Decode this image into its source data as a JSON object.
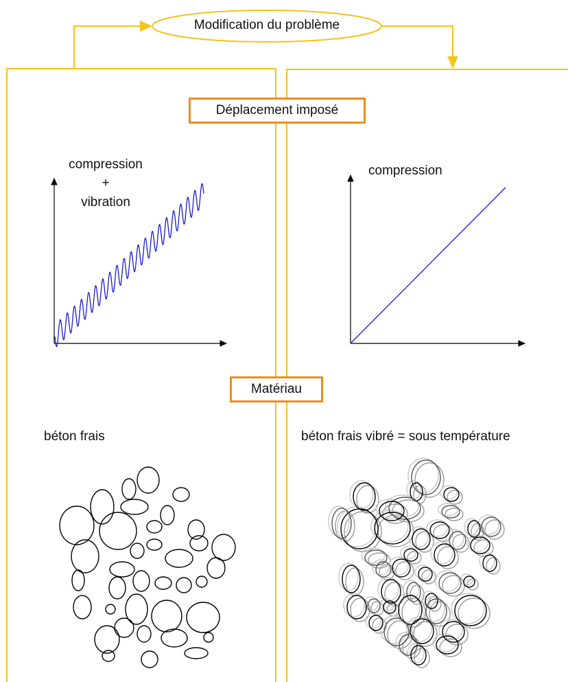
{
  "top_ellipse": {
    "label": "Modification du problème"
  },
  "load_box": {
    "label": "Déplacement imposé"
  },
  "material_box": {
    "label": "Matériau"
  },
  "left_panel": {
    "chart_label_line1": "compression",
    "chart_label_line2": "+",
    "chart_label_line3": "vibration",
    "material_label": "béton frais"
  },
  "right_panel": {
    "chart_label": "compression",
    "material_label": "béton frais vibré = sous température"
  },
  "colors": {
    "frame": "#f5c21a",
    "highlight_box": "#f08a1c",
    "curve": "#1a1acc",
    "particle": "#000000",
    "particle_shadow": "#9a9a9a"
  },
  "chart_data": [
    {
      "type": "line",
      "series": [
        {
          "shape": "linear ramp with superimposed sinusoidal oscillation",
          "oscillation_cycles": 21
        }
      ],
      "xlabel": "",
      "ylabel": ""
    },
    {
      "type": "line",
      "series": [
        {
          "shape": "linear ramp"
        }
      ],
      "xlabel": "",
      "ylabel": ""
    }
  ]
}
